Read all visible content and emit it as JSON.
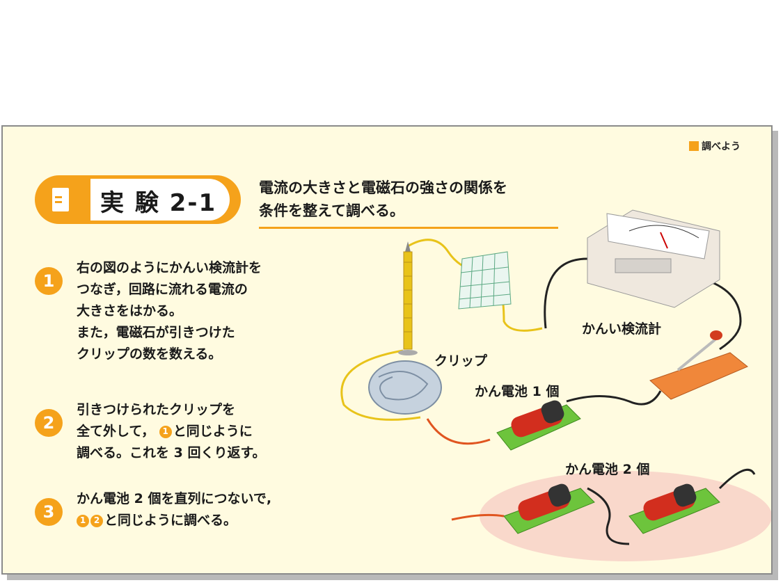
{
  "tag": {
    "label": "調べよう",
    "color": "#f5a21b"
  },
  "experiment": {
    "title": "実 験 2-1",
    "goal_line1": "電流の大きさと電磁石の強さの関係を",
    "goal_line2": "条件を整えて調べる。"
  },
  "steps": [
    {
      "num": "1",
      "lines": [
        "右の図のようにかんい検流計を",
        "つなぎ，回路に流れる電流の",
        "大きさをはかる。",
        "また，電磁石が引きつけた",
        "クリップの数を数える。"
      ]
    },
    {
      "num": "2",
      "line1": "引きつけられたクリップを",
      "line2_pre": "全て外して，",
      "line2_ref": "1",
      "line2_post": "と同じように",
      "line3": "調べる。これを 3 回くり返す。"
    },
    {
      "num": "3",
      "line1": "かん電池 2 個を直列につないで,",
      "ref1": "1",
      "ref2": "2",
      "line2_post": "と同じように調べる。"
    }
  ],
  "labels": {
    "galvanometer": "かんい検流計",
    "clip": "クリップ",
    "battery1": "かん電池 1 個",
    "battery2": "かん電池 2 個"
  },
  "colors": {
    "accent": "#f5a21b",
    "background": "#fffbe0"
  }
}
